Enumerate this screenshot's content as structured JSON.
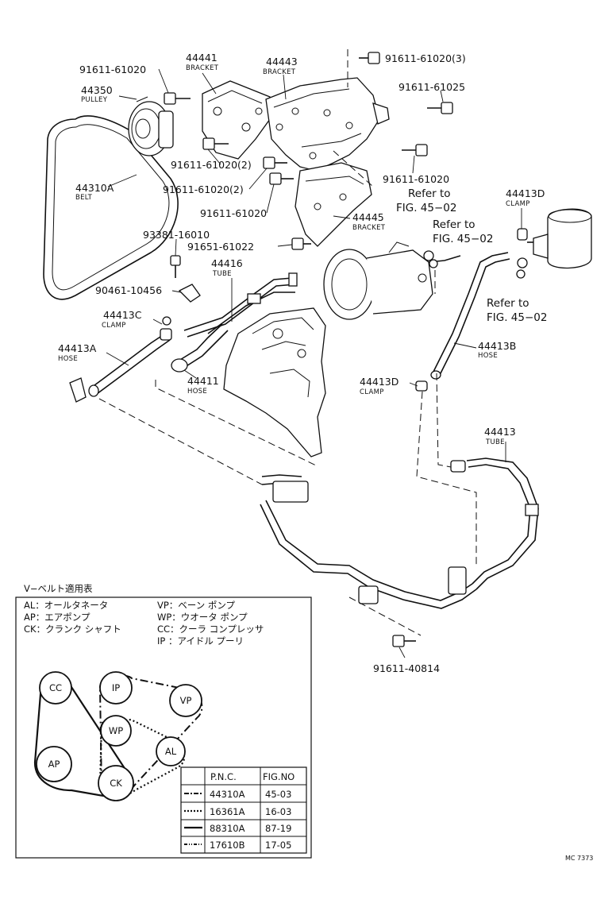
{
  "parts": {
    "p91611_61020_a": "91611-61020",
    "p44350": "44350",
    "p44350_name": "PULLEY",
    "p44441": "44441",
    "p44441_name": "BRACKET",
    "p44443": "44443",
    "p44443_name": "BRACKET",
    "p91611_61020_3": "91611-61020(3)",
    "p91611_61025": "91611-61025",
    "p44310a": "44310A",
    "p44310a_name": "BELT",
    "p91611_61020_2a": "91611-61020(2)",
    "p91611_61020_2b": "91611-61020(2)",
    "p91611_61020_b": "91611-61020",
    "p91611_61020_c": "91611-61020",
    "p44445": "44445",
    "p44445_name": "BRACKET",
    "p44413d_a": "44413D",
    "p44413d_a_name": "CLAMP",
    "p93381_16010": "93381-16010",
    "p91651_61022": "91651-61022",
    "p44416": "44416",
    "p44416_name": "TUBE",
    "p90461_10456": "90461-10456",
    "p44413c": "44413C",
    "p44413c_name": "CLAMP",
    "p44413a": "44413A",
    "p44413a_name": "HOSE",
    "p44411": "44411",
    "p44411_name": "HOSE",
    "p44413b": "44413B",
    "p44413b_name": "HOSE",
    "p44413d_b": "44413D",
    "p44413d_b_name": "CLAMP",
    "p44413": "44413",
    "p44413_name": "TUBE",
    "p91611_40814": "91611-40814"
  },
  "refs": {
    "r1_line1": "Refer to",
    "r1_line2": "FIG. 45−02",
    "r2_line1": "Refer to",
    "r2_line2": "FIG. 45−02",
    "r3_line1": "Refer to",
    "r3_line2": "FIG. 45−02"
  },
  "legend": {
    "title": "V−ベルト適用表",
    "al": "AL：オールタネータ",
    "ap": "AP：エアポンプ",
    "ck": "CK：クランク シャフト",
    "vp": "VP：ベーン ポンプ",
    "wp": "WP：ウオータ ポンプ",
    "cc": "CC：クーラ コンプレッサ",
    "ip": "IP ：アイドル プーリ"
  },
  "pulleys": {
    "cc": "CC",
    "ip": "IP",
    "vp": "VP",
    "wp": "WP",
    "al": "AL",
    "ap": "AP",
    "ck": "CK"
  },
  "table": {
    "headers": [
      "P.N.C.",
      "FIG.NO"
    ],
    "rows": [
      {
        "pnc": "44310A",
        "fig": "45-03"
      },
      {
        "pnc": "16361A",
        "fig": "16-03"
      },
      {
        "pnc": "88310A",
        "fig": "87-19"
      },
      {
        "pnc": "17610B",
        "fig": "17-05"
      }
    ]
  },
  "corner_code": "MC 7373"
}
